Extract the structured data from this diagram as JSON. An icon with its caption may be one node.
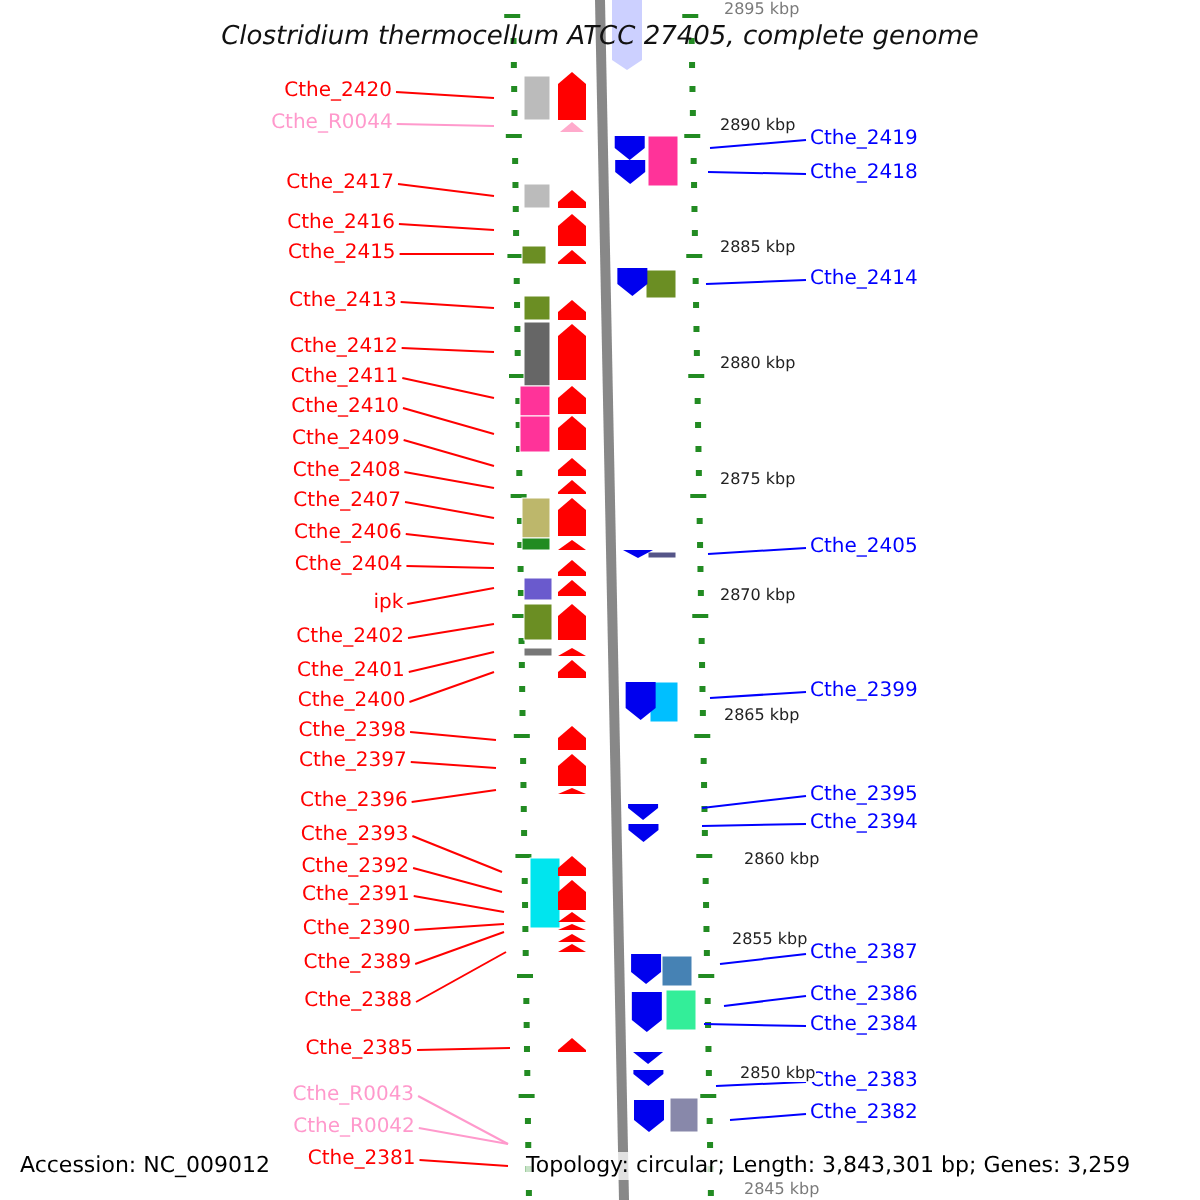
{
  "diagram": {
    "title": "Clostridium thermocellum ATCC 27405, complete genome",
    "nodes": [
      {
        "text": [
          "Cthe_2420"
        ]
      },
      {
        "text": [
          "Cthe_R0044"
        ]
      },
      {
        "text": [
          "Cthe_2417"
        ]
      },
      {
        "text": [
          "Cthe_2416"
        ]
      },
      {
        "text": [
          "Cthe_2415"
        ]
      },
      {
        "text": [
          "Cthe_2413"
        ]
      },
      {
        "text": [
          "Cthe_2412"
        ]
      },
      {
        "text": [
          "Cthe_2411"
        ]
      },
      {
        "text": [
          "Cthe_2410"
        ]
      },
      {
        "text": [
          "Cthe_2409"
        ]
      },
      {
        "text": [
          "Cthe_2408"
        ]
      },
      {
        "text": [
          "Cthe_2407"
        ]
      },
      {
        "text": [
          "Cthe_2406"
        ]
      },
      {
        "text": [
          "Cthe_2404"
        ]
      },
      {
        "text": [
          "ipk"
        ]
      },
      {
        "text": [
          "Cthe_2402"
        ]
      },
      {
        "text": [
          "Cthe_2401"
        ]
      },
      {
        "text": [
          "Cthe_2400"
        ]
      },
      {
        "text": [
          "Cthe_2398"
        ]
      },
      {
        "text": [
          "Cthe_2397"
        ]
      },
      {
        "text": [
          "Cthe_2396"
        ]
      },
      {
        "text": [
          "Cthe_2393"
        ]
      },
      {
        "text": [
          "Cthe_2392"
        ]
      },
      {
        "text": [
          "Cthe_2391"
        ]
      },
      {
        "text": [
          "Cthe_2390"
        ]
      },
      {
        "text": [
          "Cthe_2389"
        ]
      },
      {
        "text": [
          "Cthe_2388"
        ]
      },
      {
        "text": [
          "Cthe_2385"
        ]
      },
      {
        "text": [
          "Cthe_R0043"
        ]
      },
      {
        "text": [
          "Cthe_R0042"
        ]
      },
      {
        "text": [
          "Cthe_2381"
        ]
      },
      {
        "text": [
          "Cthe_2419"
        ]
      },
      {
        "text": [
          "Cthe_2418"
        ]
      },
      {
        "text": [
          "Cthe_2414"
        ]
      },
      {
        "text": [
          "Cthe_2405"
        ]
      },
      {
        "text": [
          "Cthe_2399"
        ]
      },
      {
        "text": [
          "Cthe_2395"
        ]
      },
      {
        "text": [
          "Cthe_2394"
        ]
      },
      {
        "text": [
          "Cthe_2387"
        ]
      },
      {
        "text": [
          "Cthe_2386"
        ]
      },
      {
        "text": [
          "Cthe_2384"
        ]
      },
      {
        "text": [
          "Cthe_2383"
        ]
      },
      {
        "text": [
          "Cthe_2382"
        ]
      }
    ],
    "edges": [
      {
        "from": 0,
        "to": null,
        "arrow": "none"
      },
      {
        "from": 1,
        "to": null,
        "arrow": "none",
        "color": "#ff99cc"
      },
      {
        "from": 2,
        "to": null,
        "arrow": "none"
      },
      {
        "from": 3,
        "to": null,
        "arrow": "none"
      },
      {
        "from": 4,
        "to": null,
        "arrow": "none"
      },
      {
        "from": 5,
        "to": null,
        "arrow": "none"
      },
      {
        "from": 6,
        "to": null,
        "arrow": "none"
      },
      {
        "from": 7,
        "to": null,
        "arrow": "none"
      },
      {
        "from": 8,
        "to": null,
        "arrow": "none"
      },
      {
        "from": 9,
        "to": null,
        "arrow": "none"
      },
      {
        "from": 10,
        "to": null,
        "arrow": "none"
      },
      {
        "from": 11,
        "to": null,
        "arrow": "none"
      },
      {
        "from": 12,
        "to": null,
        "arrow": "none"
      },
      {
        "from": 13,
        "to": null,
        "arrow": "none"
      },
      {
        "from": 14,
        "to": null,
        "arrow": "none"
      },
      {
        "from": 15,
        "to": null,
        "arrow": "none"
      },
      {
        "from": 16,
        "to": null,
        "arrow": "none"
      },
      {
        "from": 17,
        "to": null,
        "arrow": "none"
      },
      {
        "from": 18,
        "to": null,
        "arrow": "none"
      },
      {
        "from": 19,
        "to": null,
        "arrow": "none"
      },
      {
        "from": 20,
        "to": null,
        "arrow": "none"
      },
      {
        "from": 21,
        "to": null,
        "arrow": "none"
      },
      {
        "from": 22,
        "to": null,
        "arrow": "none"
      },
      {
        "from": 23,
        "to": null,
        "arrow": "none"
      },
      {
        "from": 24,
        "to": null,
        "arrow": "none"
      },
      {
        "from": 25,
        "to": null,
        "arrow": "none"
      },
      {
        "from": 26,
        "to": null,
        "arrow": "none"
      },
      {
        "from": 27,
        "to": null,
        "arrow": "none"
      },
      {
        "from": 28,
        "to": null,
        "arrow": "none",
        "color": "#ff99cc"
      },
      {
        "from": 29,
        "to": null,
        "arrow": "none",
        "color": "#ff99cc"
      },
      {
        "from": 30,
        "to": null,
        "arrow": "none"
      },
      {
        "from": 31,
        "to": null,
        "arrow": "none",
        "color": "#0000ff"
      },
      {
        "from": 32,
        "to": null,
        "arrow": "none",
        "color": "#0000ff"
      },
      {
        "from": 33,
        "to": null,
        "arrow": "none",
        "color": "#0000ff"
      },
      {
        "from": 34,
        "to": null,
        "arrow": "none",
        "color": "#0000ff"
      },
      {
        "from": 35,
        "to": null,
        "arrow": "none",
        "color": "#0000ff"
      },
      {
        "from": 36,
        "to": null,
        "arrow": "none",
        "color": "#0000ff"
      },
      {
        "from": 37,
        "to": null,
        "arrow": "none",
        "color": "#0000ff"
      },
      {
        "from": 38,
        "to": null,
        "arrow": "none",
        "color": "#0000ff"
      },
      {
        "from": 39,
        "to": null,
        "arrow": "none",
        "color": "#0000ff"
      },
      {
        "from": 40,
        "to": null,
        "arrow": "none",
        "color": "#0000ff"
      },
      {
        "from": 41,
        "to": null,
        "arrow": "none",
        "color": "#0000ff"
      },
      {
        "from": 42,
        "to": null,
        "arrow": "none",
        "color": "#0000ff"
      }
    ],
    "labels": [
      "2895 kbp",
      "2890 kbp",
      "2885 kbp",
      "2880 kbp",
      "2875 kbp",
      "2870 kbp",
      "2865 kbp",
      "2860 kbp",
      "2855 kbp",
      "2850 kbp",
      "2845 kbp",
      "Accession: NC_009012",
      "Topology: circular; Length: 3,843,301 bp; Genes: 3,259"
    ]
  }
}
